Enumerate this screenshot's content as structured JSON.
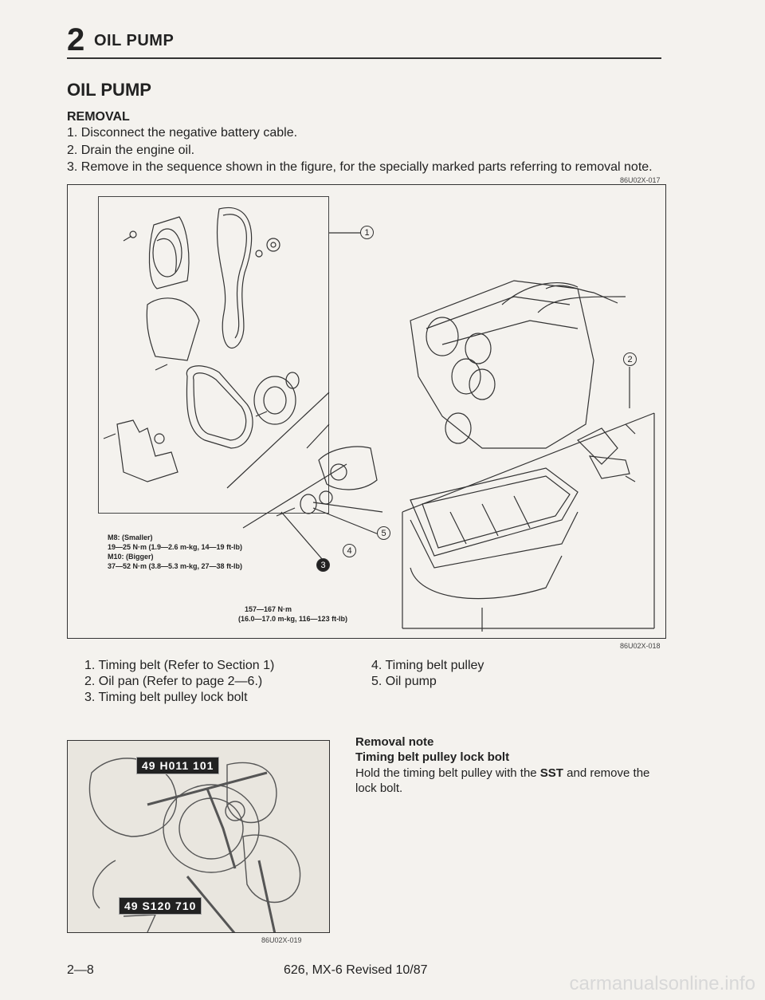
{
  "header": {
    "number": "2",
    "title": "OIL PUMP"
  },
  "section_title": "OIL PUMP",
  "removal": {
    "heading": "REMOVAL",
    "steps": [
      "1. Disconnect the negative battery cable.",
      "2. Drain the engine oil.",
      "3. Remove in the sequence shown in the figure, for the specially marked parts referring to removal note."
    ],
    "figure_code_1": "86U02X-017"
  },
  "figure_main": {
    "code": "86U02X-018",
    "callouts": [
      "1",
      "2",
      "3",
      "4",
      "5"
    ],
    "spec_m8": {
      "line1": "M8: (Smaller)",
      "line2": "19—25 N·m (1.9—2.6 m-kg, 14—19 ft-lb)",
      "line3": "M10: (Bigger)",
      "line4": "37—52 N·m (3.8—5.3 m-kg, 27—38 ft-lb)"
    },
    "spec_bolt": {
      "line1": "157—167 N·m",
      "line2": "(16.0—17.0 m-kg, 116—123 ft-lb)"
    }
  },
  "legend": {
    "left": [
      "1. Timing belt (Refer to Section 1)",
      "2. Oil pan (Refer to page 2—6.)",
      "3. Timing belt pulley lock bolt"
    ],
    "right": [
      "4. Timing belt pulley",
      "5. Oil pump"
    ]
  },
  "figure_sst": {
    "label_top": "49 H011 101",
    "label_bottom": "49 S120 710",
    "code": "86U02X-019"
  },
  "removal_note": {
    "heading": "Removal note",
    "subheading": "Timing belt pulley lock bolt",
    "text_pre": "Hold the timing belt pulley with the ",
    "text_bold": "SST",
    "text_post": " and remove the lock bolt."
  },
  "footer": {
    "page": "2—8",
    "model": "626, MX-6 Revised 10/87"
  },
  "watermark": "carmanualsonline.info"
}
